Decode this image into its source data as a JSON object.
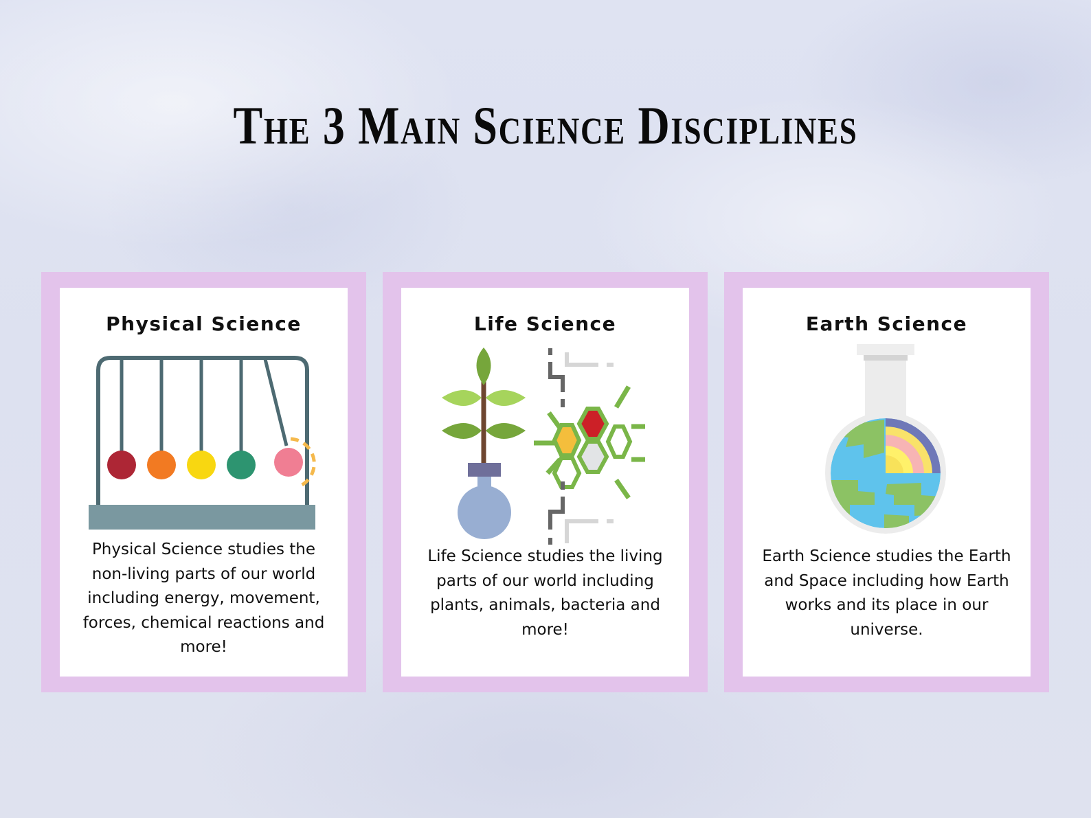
{
  "page": {
    "title": "The 3 Main Science Disciplines"
  },
  "colors": {
    "card_border": "#e3c3eb",
    "card_background": "#ffffff",
    "page_background": "#dfe3f2"
  },
  "cards": [
    {
      "title": "Physical Science",
      "icon": "newtons-cradle-icon",
      "description": "Physical Science studies the non-living parts of our world including energy, movement, forces, chemical reactions and more!"
    },
    {
      "title": "Life Science",
      "icon": "plant-dna-icon",
      "description": "Life Science studies the living parts of our world including plants, animals, bacteria and more!"
    },
    {
      "title": "Earth Science",
      "icon": "earth-flask-icon",
      "description": "Earth Science studies the Earth and Space including how Earth works and its place in our universe."
    }
  ]
}
